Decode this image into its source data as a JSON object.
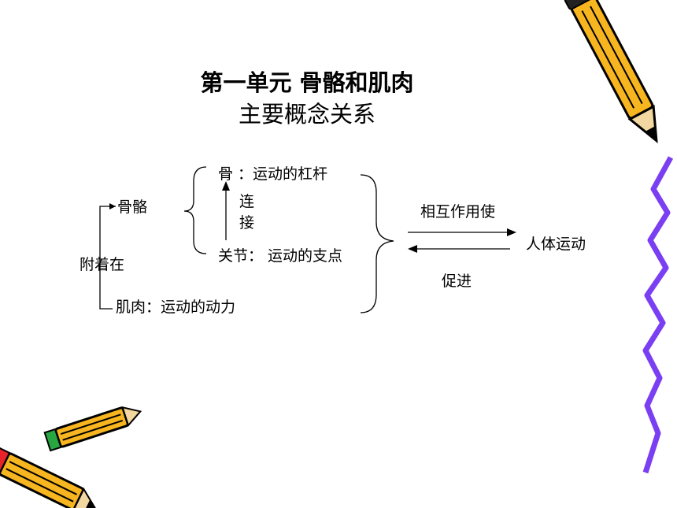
{
  "title": {
    "line1": "第一单元  骨骼和肌肉",
    "line2": "主要概念关系"
  },
  "nodes": {
    "skeleton": "骨骼",
    "bone": "骨 ：运动的杠杆",
    "connect_1": "连",
    "connect_2": "接",
    "joint": "关节：  运动的支点",
    "attached": "附着在",
    "muscle": "肌肉：运动的动力",
    "interact": "相互作用使",
    "movement": "人体运动",
    "promote": "促进"
  },
  "colors": {
    "pencil_yellow": "#f7b51f",
    "pencil_red": "#e8232a",
    "pencil_green": "#27a641",
    "squiggle": "#7a3ff2"
  }
}
